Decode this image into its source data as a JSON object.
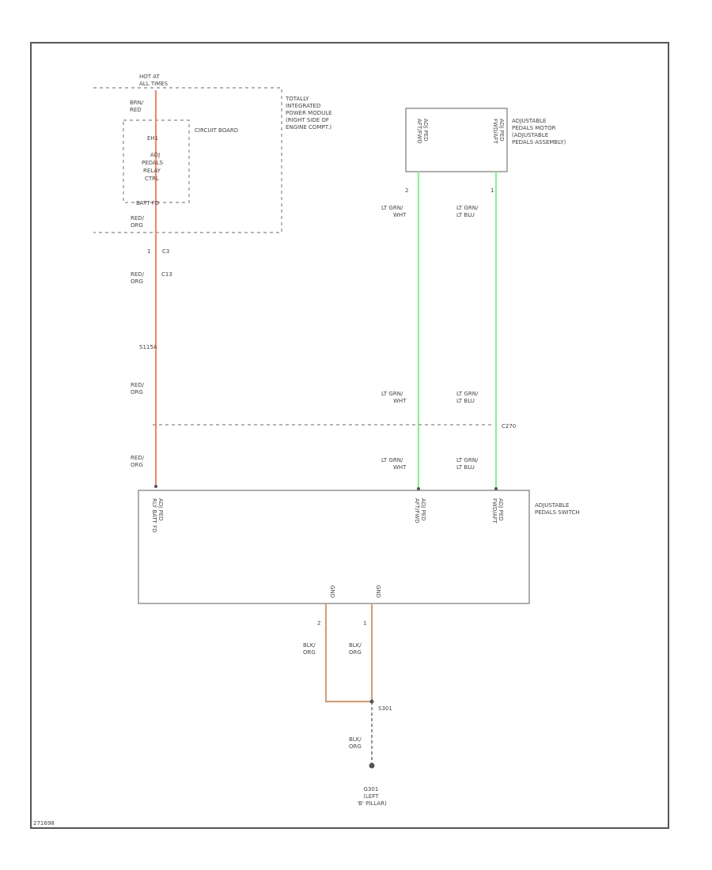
{
  "colors": {
    "red_orange_wire": "#f08a70",
    "light_green_wire": "#90ee90",
    "black_orange_wire": "#d2a07a",
    "frame": "#555555"
  },
  "fuse": {
    "hot_at": [
      "HOT AT",
      "ALL TIMES"
    ]
  },
  "relay": {
    "id": "EH1",
    "desc": [
      "ADJ",
      "PEDALS",
      "RELAY",
      "CTRL"
    ],
    "in_wire": [
      "BRN/",
      "RED"
    ],
    "out_pin": "BATT FD",
    "out_wire": [
      "RED/",
      "ORG"
    ],
    "board_label": "CIRCUIT BOARD"
  },
  "tipm": {
    "label": [
      "TOTALLY",
      "INTEGRATED",
      "POWER MODULE",
      "(RIGHT SIDE OF",
      "ENGINE COMPT.)"
    ]
  },
  "motor": {
    "label": [
      "ADJUSTABLE",
      "PEDALS MOTOR",
      "(ADJUSTABLE",
      "PEDALS ASSEMBLY)"
    ],
    "pin_left": [
      "ADJ PED",
      "AFT/FWD"
    ],
    "pin_right": [
      "ADJ PED",
      "FWD/AFT"
    ],
    "pin_left_no": "2",
    "pin_right_no": "1"
  },
  "wires": {
    "green_left": [
      "LT GRN/",
      "WHT"
    ],
    "green_right": [
      "LT GRN/",
      "LT BLU"
    ],
    "red": [
      "RED/",
      "ORG"
    ],
    "black": [
      "BLK/",
      "ORG"
    ]
  },
  "connectors": {
    "c3": "C3",
    "c3_pin": "1",
    "c13": "C13",
    "c_lower": "C270"
  },
  "splice": "S115A",
  "switch": {
    "label": [
      "ADJUSTABLE",
      "PEDALS SWITCH"
    ],
    "pin1": [
      "ADJ PED",
      "RLY BATT FD"
    ],
    "pin2": [
      "ADJ PED",
      "AFT/FWD"
    ],
    "pin3": [
      "ADJ PED",
      "FWD/AFT"
    ],
    "gnd_a": "GND",
    "gnd_b": "GND",
    "gnd_a_no": "2",
    "gnd_b_no": "1"
  },
  "ground": {
    "splice": "S301",
    "label": [
      "G301",
      "(LEFT",
      "'B' PILLAR)"
    ]
  },
  "footer_code": "271698"
}
